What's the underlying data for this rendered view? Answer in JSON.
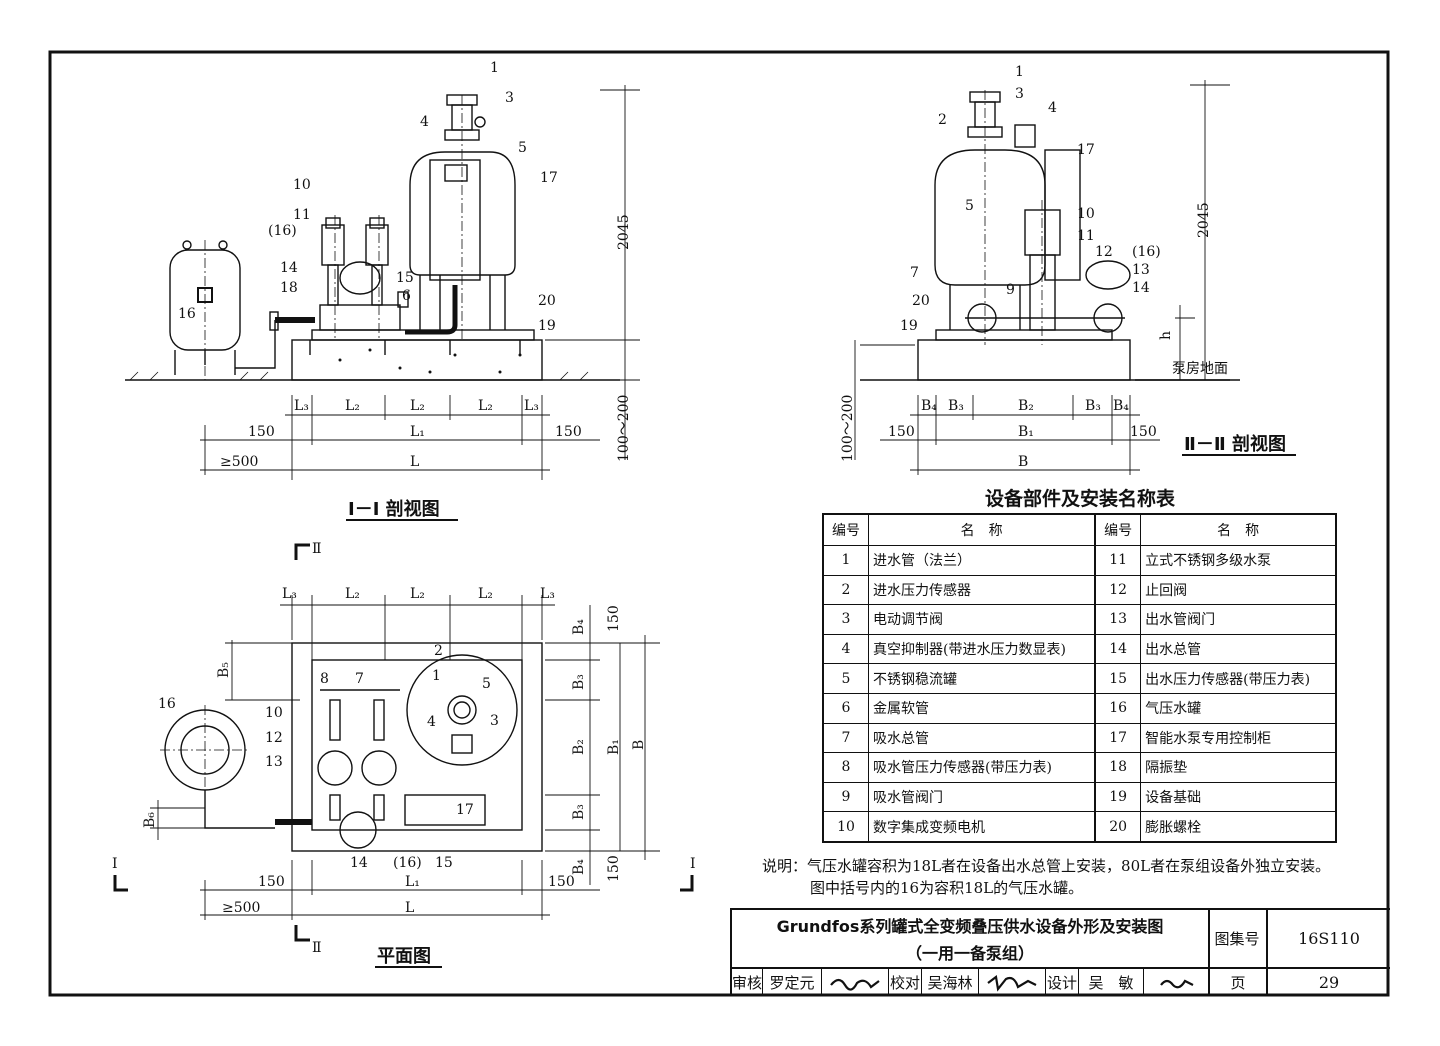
{
  "section1": {
    "caption": "I－I 剖视图",
    "callouts": [
      "1",
      "3",
      "4",
      "5",
      "17",
      "10",
      "11",
      "(16)",
      "14",
      "18",
      "15",
      "6",
      "20",
      "19",
      "16"
    ],
    "dims": {
      "height": "2045",
      "found": "100～200",
      "l3": "L₃",
      "l2": "L₂",
      "l1": "L₁",
      "l": "L",
      "side150": "150",
      "min500": "≥500"
    }
  },
  "section2": {
    "caption": "Ⅱ－Ⅱ 剖视图",
    "callouts": [
      "1",
      "2",
      "3",
      "4",
      "17",
      "5",
      "10",
      "11",
      "12",
      "(16)",
      "13",
      "14",
      "7",
      "9",
      "20",
      "19"
    ],
    "floor_label": "泵房地面",
    "h_label": "h",
    "dims": {
      "height": "2045",
      "found": "100～200",
      "b4": "B₄",
      "b3": "B₃",
      "b2": "B₂",
      "b1": "B₁",
      "b": "B",
      "side150": "150"
    }
  },
  "plan": {
    "caption": "平面图",
    "section_mark_top": "Ⅱ",
    "section_mark_bottom": "Ⅱ",
    "section_mark_left": "I",
    "section_mark_right": "I",
    "callouts": [
      "16",
      "8",
      "7",
      "2",
      "1",
      "5",
      "3",
      "4",
      "10",
      "12",
      "13",
      "17",
      "14",
      "(16)",
      "15"
    ],
    "dims": {
      "b4": "B₄",
      "b3": "B₃",
      "b2": "B₂",
      "b1": "B₁",
      "b": "B",
      "b5": "B₅",
      "b6": "B₆",
      "l3": "L₃",
      "l2": "L₂",
      "l1": "L₁",
      "l": "L",
      "s150": "150",
      "min500": "≥500"
    }
  },
  "parts": {
    "title": "设备部件及安装名称表",
    "header": {
      "no": "编号",
      "name": "名　称"
    },
    "left": [
      {
        "no": "1",
        "name": "进水管（法兰）"
      },
      {
        "no": "2",
        "name": "进水压力传感器"
      },
      {
        "no": "3",
        "name": "电动调节阀"
      },
      {
        "no": "4",
        "name": "真空抑制器(带进水压力数显表)"
      },
      {
        "no": "5",
        "name": "不锈钢稳流罐"
      },
      {
        "no": "6",
        "name": "金属软管"
      },
      {
        "no": "7",
        "name": "吸水总管"
      },
      {
        "no": "8",
        "name": "吸水管压力传感器(带压力表)"
      },
      {
        "no": "9",
        "name": "吸水管阀门"
      },
      {
        "no": "10",
        "name": "数字集成变频电机"
      }
    ],
    "right": [
      {
        "no": "11",
        "name": "立式不锈钢多级水泵"
      },
      {
        "no": "12",
        "name": "止回阀"
      },
      {
        "no": "13",
        "name": "出水管阀门"
      },
      {
        "no": "14",
        "name": "出水总管"
      },
      {
        "no": "15",
        "name": "出水压力传感器(带压力表)"
      },
      {
        "no": "16",
        "name": "气压水罐"
      },
      {
        "no": "17",
        "name": "智能水泵专用控制柜"
      },
      {
        "no": "18",
        "name": "隔振垫"
      },
      {
        "no": "19",
        "name": "设备基础"
      },
      {
        "no": "20",
        "name": "膨胀螺栓"
      }
    ]
  },
  "notes": {
    "line1": "说明：气压水罐容积为18L者在设备出水总管上安装，80L者在泵组设备外独立安装。",
    "line2": "图中括号内的16为容积18L的气压水罐。"
  },
  "title_block": {
    "title_line1": "Grundfos系列罐式全变频叠压供水设备外形及安装图",
    "title_line2": "（一用一备泵组）",
    "atlas_label": "图集号",
    "atlas_no": "16S110",
    "review_label": "审核",
    "reviewer": "罗定元",
    "check_label": "校对",
    "checker": "吴海林",
    "design_label": "设计",
    "designer": "吴　敏",
    "page_label": "页",
    "page_no": "29"
  }
}
